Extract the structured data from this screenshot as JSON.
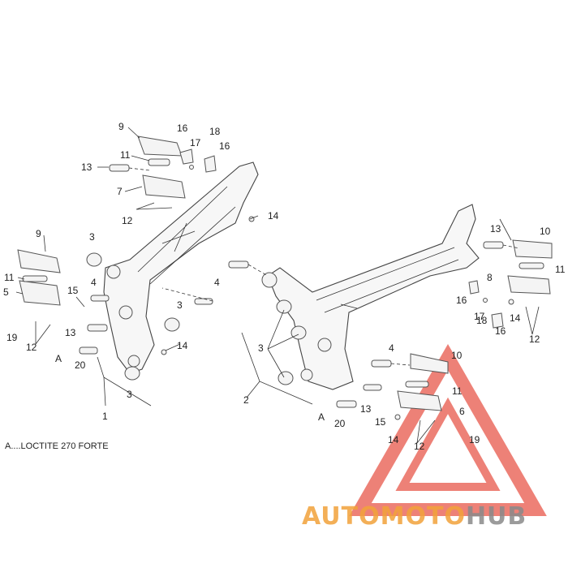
{
  "note": "A....LOCTITE 270 FORTE",
  "watermark": {
    "part1": "AUTO",
    "part2": "MOTO",
    "part3": "HUB",
    "color_orange": "#f2a23a",
    "color_grey": "#8a8a8a",
    "triangle_color": "#e8574a"
  },
  "callouts": {
    "c1": "1",
    "c2": "2",
    "c3a": "3",
    "c3b": "3",
    "c3c": "3",
    "c3d": "3",
    "c4a": "4",
    "c4b": "4",
    "c4c": "4",
    "c5": "5",
    "c6": "6",
    "c7": "7",
    "c8": "8",
    "c9a": "9",
    "c9b": "9",
    "c10a": "10",
    "c10b": "10",
    "c11a": "11",
    "c11b": "11",
    "c11c": "11",
    "c11d": "11",
    "c12a": "12",
    "c12b": "12",
    "c12c": "12",
    "c12d": "12",
    "c13a": "13",
    "c13b": "13",
    "c13c": "13",
    "c13d": "13",
    "c14a": "14",
    "c14b": "14",
    "c14c": "14",
    "c14d": "14",
    "c15a": "15",
    "c15b": "15",
    "c16a": "16",
    "c16b": "16",
    "c16c": "16",
    "c16d": "16",
    "c17a": "17",
    "c17b": "17",
    "c18a": "18",
    "c18b": "18",
    "c19a": "19",
    "c19b": "19",
    "c20a": "20",
    "c20b": "20",
    "markA1": "A",
    "markA2": "A"
  }
}
